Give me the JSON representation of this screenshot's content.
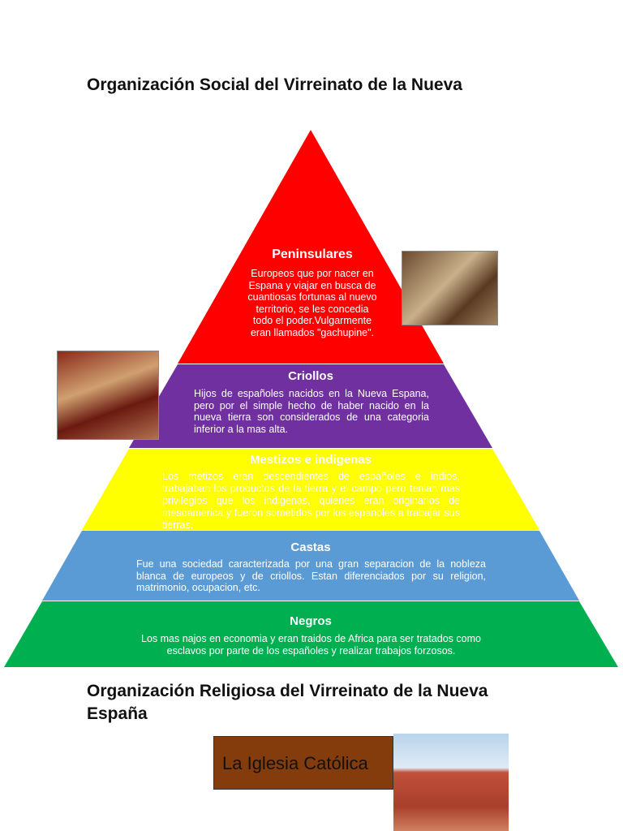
{
  "social_title": "Organización Social del Virreinato de la Nueva",
  "religious_title": "Organización Religiosa del Virreinato de la Nueva España",
  "colors": {
    "peninsulares": "#ff0000",
    "criollos": "#7030a0",
    "mestizos": "#ffff00",
    "castas": "#5b9bd5",
    "negros": "#00b050",
    "church_box": "#843c0c"
  },
  "levels": [
    {
      "title": "Peninsulares",
      "body": "Europeos que por nacer en Espana y viajar en busca de cuantiosas fortunas al nuevo territorio, se les concedia todo el poder.Vulgarmente eran llamados \"gachupine\"."
    },
    {
      "title": "Criollos",
      "body": "Hijos de españoles nacidos en la Nueva Espana, pero por el simple hecho de haber nacido en la nueva tierra son considerados de una categoria inferior a la mas alta."
    },
    {
      "title": "Mestizos e indigenas",
      "body": "Los metizos eran descendientes de españoles e indios, trabajaban los productos de la tierra y el campo pero tenian mas privilegios que los indigenas, quienes eran originarios de mesoamerica y fueron sometidos por los espanoles a trabajar sus tierras."
    },
    {
      "title": "Castas",
      "body": "Fue una sociedad caracterizada por una gran separacion de la nobleza blanca de europeos y de criollos. Estan diferenciados por su religion, matrimonio, ocupacion, etc."
    },
    {
      "title": "Negros",
      "body": "Los mas najos en economia y eran traidos de Africa para ser tratados como esclavos por parte de los españoles y realizar trabajos forzosos."
    }
  ],
  "church_label": "La Iglesia Católica"
}
